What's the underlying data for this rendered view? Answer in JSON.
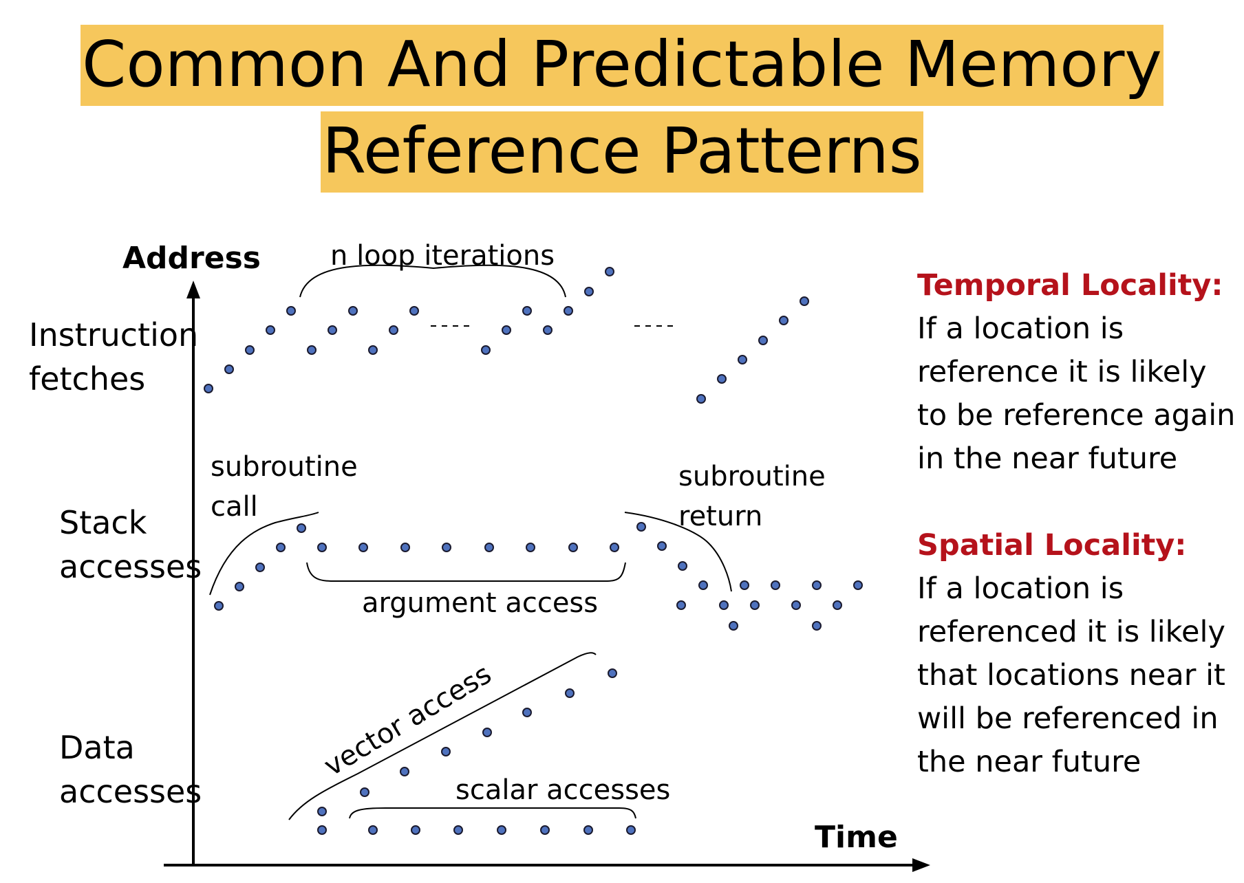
{
  "title": {
    "line1": "Common And Predictable Memory",
    "line2": "Reference Patterns"
  },
  "axes": {
    "y_label": "Address",
    "x_label": "Time"
  },
  "rows": {
    "instruction": "Instruction\nfetches",
    "stack": "Stack\naccesses",
    "data": "Data\naccesses"
  },
  "annotations": {
    "loop": "n loop iterations",
    "ellipsis": "----",
    "sub_call": "subroutine\ncall",
    "sub_return": "subroutine\nreturn",
    "arg_access": "argument access",
    "vector": "vector access",
    "scalar": "scalar accesses"
  },
  "temporal": {
    "heading": "Temporal Locality:",
    "body": "If a location is\nreference it is likely\nto be reference again\nin the near future"
  },
  "spatial": {
    "heading": "Spatial Locality:",
    "body": "If a location is\nreferenced it is likely\nthat locations near it\nwill be referenced in\nthe near future"
  },
  "colors": {
    "title_bg": "#f6c75c",
    "heading_red": "#b5121b",
    "dot_fill": "#4f72be",
    "dot_stroke": "#1a1a2e"
  }
}
